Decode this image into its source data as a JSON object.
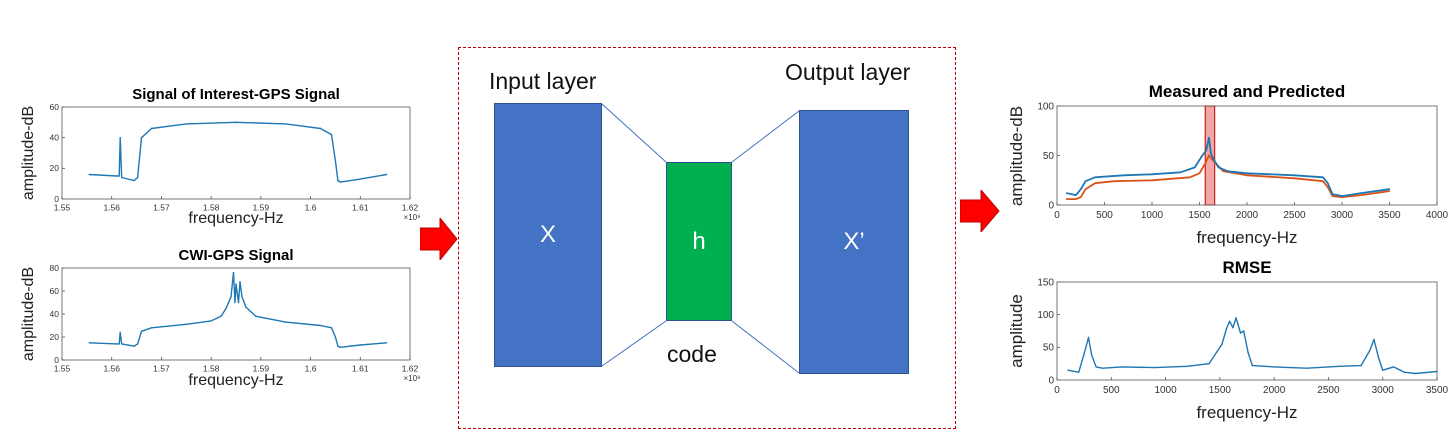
{
  "diagram": {
    "input_label": "Input layer",
    "output_label": "Output layer",
    "input_symbol": "X",
    "code_symbol": "h",
    "output_symbol": "X’",
    "code_label": "code",
    "colors": {
      "layer_blue": "#4472c4",
      "code_green": "#00b050",
      "border_red": "#c00000",
      "arrow_red": "#ff0000"
    }
  },
  "chart_data": [
    {
      "id": "soi",
      "type": "line",
      "title": "Signal of Interest-GPS Signal",
      "xlabel": "frequency-Hz",
      "ylabel": "amplitude-dB",
      "xlim": [
        1.55,
        1.62
      ],
      "ylim": [
        0,
        60
      ],
      "xticks": [
        "1.55",
        "1.56",
        "1.57",
        "1.58",
        "1.59",
        "1.6",
        "1.61",
        "1.62"
      ],
      "yticks": [
        "0",
        "20",
        "40",
        "60"
      ],
      "exponent": "×10⁹",
      "series": [
        {
          "color": "#1f77b4",
          "x": [
            1.5555,
            1.561,
            1.5615,
            1.5617,
            1.562,
            1.5645,
            1.5652,
            1.566,
            1.568,
            1.575,
            1.585,
            1.595,
            1.602,
            1.6042,
            1.605,
            1.6055,
            1.606,
            1.61,
            1.6153
          ],
          "y": [
            16,
            15,
            15,
            40,
            14,
            12,
            14,
            40,
            46,
            49,
            50,
            49,
            46,
            42,
            25,
            12,
            11,
            13,
            16
          ]
        }
      ]
    },
    {
      "id": "cwi",
      "type": "line",
      "title": "CWI-GPS Signal",
      "xlabel": "frequency-Hz",
      "ylabel": "amplitude-dB",
      "xlim": [
        1.55,
        1.62
      ],
      "ylim": [
        0,
        80
      ],
      "xticks": [
        "1.55",
        "1.56",
        "1.57",
        "1.58",
        "1.59",
        "1.6",
        "1.61",
        "1.62"
      ],
      "yticks": [
        "0",
        "20",
        "40",
        "60",
        "80"
      ],
      "exponent": "×10⁹",
      "series": [
        {
          "color": "#1f77b4",
          "x": [
            1.5555,
            1.561,
            1.5615,
            1.5617,
            1.562,
            1.5645,
            1.5652,
            1.566,
            1.568,
            1.575,
            1.58,
            1.582,
            1.583,
            1.584,
            1.5845,
            1.5848,
            1.585,
            1.5855,
            1.5858,
            1.5862,
            1.587,
            1.589,
            1.595,
            1.602,
            1.6042,
            1.605,
            1.6055,
            1.606,
            1.61,
            1.6153
          ],
          "y": [
            15,
            14,
            14,
            24,
            14,
            12,
            14,
            25,
            28,
            31,
            34,
            38,
            45,
            55,
            76,
            50,
            66,
            50,
            68,
            55,
            46,
            38,
            33,
            30,
            28,
            20,
            12,
            11,
            13,
            15
          ]
        }
      ]
    },
    {
      "id": "measured",
      "type": "line",
      "title": "Measured and Predicted",
      "xlabel": "frequency-Hz",
      "ylabel": "amplitude-dB",
      "xlim": [
        0,
        4000
      ],
      "ylim": [
        0,
        100
      ],
      "xticks": [
        "0",
        "500",
        "1000",
        "1500",
        "2000",
        "2500",
        "3000",
        "3500",
        "4000"
      ],
      "yticks": [
        "0",
        "50",
        "100"
      ],
      "highlight": [
        1560,
        1660
      ],
      "series": [
        {
          "color": "#d95319",
          "x": [
            100,
            200,
            250,
            300,
            400,
            600,
            1000,
            1400,
            1500,
            1560,
            1600,
            1650,
            1750,
            2000,
            2500,
            2800,
            2850,
            2900,
            3000,
            3200,
            3500
          ],
          "y": [
            6,
            6,
            8,
            16,
            22,
            24,
            25,
            28,
            32,
            42,
            50,
            44,
            34,
            30,
            27,
            24,
            18,
            9,
            8,
            10,
            14
          ]
        },
        {
          "color": "#1f77b4",
          "x": [
            100,
            200,
            250,
            300,
            400,
            700,
            1000,
            1300,
            1450,
            1530,
            1570,
            1600,
            1620,
            1650,
            1700,
            1800,
            2000,
            2500,
            2800,
            2850,
            2900,
            3000,
            3200,
            3500
          ],
          "y": [
            12,
            10,
            16,
            24,
            28,
            30,
            31,
            33,
            38,
            50,
            55,
            68,
            52,
            46,
            38,
            34,
            32,
            30,
            28,
            22,
            11,
            9,
            12,
            16
          ]
        }
      ]
    },
    {
      "id": "rmse",
      "type": "line",
      "title": "RMSE",
      "xlabel": "frequency-Hz",
      "ylabel": "amplitude",
      "xlim": [
        0,
        3500
      ],
      "ylim": [
        0,
        150
      ],
      "xticks": [
        "0",
        "500",
        "1000",
        "1500",
        "2000",
        "2500",
        "3000",
        "3500"
      ],
      "yticks": [
        "0",
        "50",
        "100",
        "150"
      ],
      "series": [
        {
          "color": "#1f77b4",
          "x": [
            100,
            200,
            250,
            290,
            320,
            360,
            420,
            600,
            900,
            1200,
            1400,
            1480,
            1520,
            1560,
            1590,
            1620,
            1650,
            1690,
            1720,
            1760,
            1800,
            2000,
            2300,
            2600,
            2800,
            2880,
            2920,
            2960,
            3000,
            3100,
            3200,
            3300,
            3500
          ],
          "y": [
            15,
            12,
            40,
            65,
            38,
            20,
            18,
            20,
            19,
            21,
            25,
            45,
            55,
            78,
            90,
            80,
            95,
            72,
            75,
            42,
            22,
            20,
            18,
            21,
            22,
            45,
            62,
            35,
            15,
            20,
            12,
            10,
            13
          ]
        }
      ]
    }
  ]
}
